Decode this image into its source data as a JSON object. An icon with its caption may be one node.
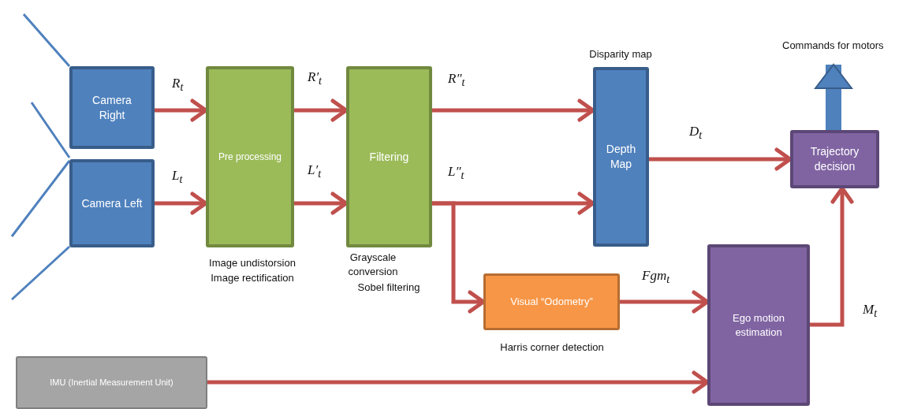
{
  "diagram": {
    "nodes": [
      {
        "text": [
          "Camera Right"
        ]
      },
      {
        "text": [
          "Camera Left"
        ]
      },
      {
        "text": [
          "Pre processing"
        ],
        "beside": [
          "Image undistorsion",
          "Image rectification"
        ]
      },
      {
        "text": [
          "Filtering"
        ],
        "beside": [
          "Grayscale conversion",
          "Sobel filtering"
        ]
      },
      {
        "text": [
          "Depth Map"
        ],
        "beside": [
          "Disparity map"
        ]
      },
      {
        "text": [
          "Trajectory decision"
        ]
      },
      {
        "text": [
          "Visual “Odometry”"
        ],
        "beside": [
          "Harris corner detection"
        ]
      },
      {
        "text": [
          "Ego motion estimation"
        ]
      },
      {
        "text": [
          "IMU (Inertial Measurement Unit)"
        ]
      }
    ],
    "edges": [
      {
        "from": 0,
        "to": 2,
        "arrow": "to",
        "label": "R$_{t}$"
      },
      {
        "from": 1,
        "to": 2,
        "arrow": "to",
        "label": "L$_{t}$"
      },
      {
        "from": 2,
        "to": 3,
        "arrow": "to",
        "label": "R′$_{t}$"
      },
      {
        "from": 2,
        "to": 3,
        "arrow": "to",
        "label": "L′$_{t}$"
      },
      {
        "from": 3,
        "to": 4,
        "arrow": "to",
        "label": "R″$_{t}$"
      },
      {
        "from": 3,
        "to": 4,
        "arrow": "to",
        "label": "L″$_{t}$"
      },
      {
        "from": 3,
        "to": 6,
        "arrow": "to"
      },
      {
        "from": 4,
        "to": 5,
        "arrow": "to",
        "label": "D$_{t}$"
      },
      {
        "from": 6,
        "to": 7,
        "arrow": "to",
        "label": "Fgm$_{t}$"
      },
      {
        "from": 8,
        "to": 7,
        "arrow": "to"
      },
      {
        "from": 7,
        "to": 5,
        "arrow": "to",
        "label": "M$_{t}$"
      },
      {
        "from": 5,
        "to": null,
        "arrow": "to",
        "label": "Commands for motors",
        "style": "thick",
        "color": "#4f81bd"
      }
    ]
  }
}
